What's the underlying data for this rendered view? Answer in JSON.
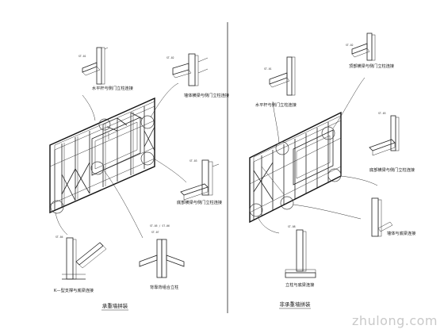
{
  "titles": {
    "left": "承重墙拼装",
    "right": "非承重墙拼装"
  },
  "left_callouts": {
    "top_left": "水平杆与侧门立柱连接",
    "top_right": "墙体横梁与侧门立柱连接",
    "mid_right": "底部横梁与侧门立柱连接",
    "bottom_left": "K—型支撑与底梁连接",
    "bottom_right": "背靠背组合立柱"
  },
  "right_callouts": {
    "top_left": "水平杆与侧门立柱连接",
    "top_right": "顶部横梁与侧门立柱连接",
    "mid_right": "底部横梁与侧门立柱连接",
    "bottom_left": "立柱与底梁连接",
    "bottom_right": "墙体与底梁连接"
  },
  "watermark": {
    "brand": "zhulong.com"
  }
}
